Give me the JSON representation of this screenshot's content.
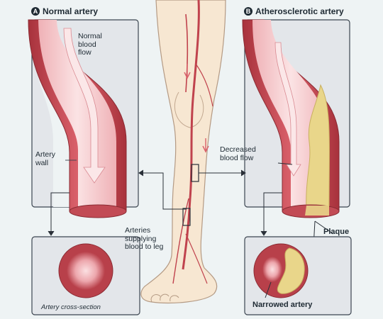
{
  "panel_a": {
    "badge": "A",
    "title": "Normal artery",
    "flow_label": "Normal\nblood\nflow",
    "wall_label": "Artery\nwall",
    "cross_section_label": "Artery cross-section"
  },
  "panel_b": {
    "badge": "B",
    "title": "Atherosclerotic artery",
    "flow_label": "Decreased\nblood flow",
    "plaque_label": "Plaque",
    "narrowed_label": "Narrowed artery"
  },
  "leg": {
    "arteries_label": "Arteries\nsupplying\nblood to leg"
  },
  "colors": {
    "artery_outer": "#b8404a",
    "artery_wall": "#d9606a",
    "lumen": "#f6c9cc",
    "plaque": "#e9d68a",
    "skin": "#f7e7d2",
    "panel_bg": "#e3e6ea",
    "outline": "#3c4550"
  }
}
